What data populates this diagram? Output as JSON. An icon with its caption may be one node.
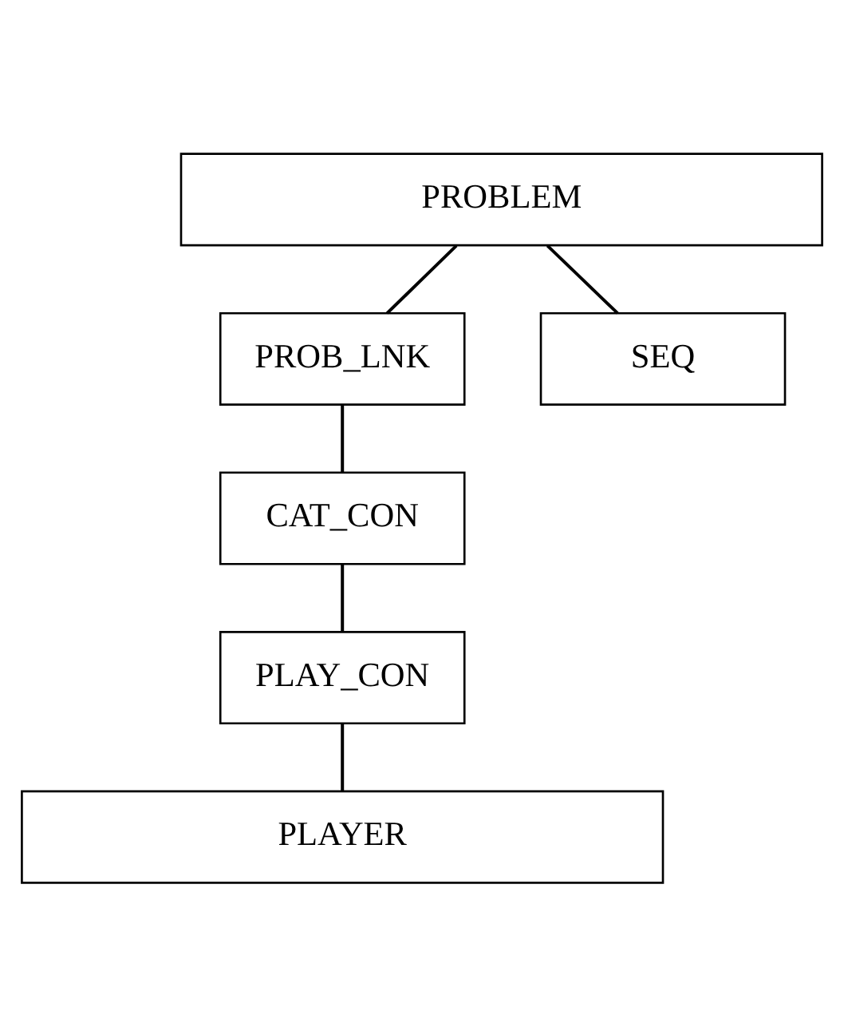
{
  "diagram": {
    "nodes": [
      {
        "text": [
          "PROBLEM"
        ]
      },
      {
        "text": [
          "PROB_LNK"
        ]
      },
      {
        "text": [
          "SEQ"
        ]
      },
      {
        "text": [
          "CAT_CON"
        ]
      },
      {
        "text": [
          "PLAY_CON"
        ]
      },
      {
        "text": [
          "PLAYER"
        ]
      }
    ],
    "edges": [
      {
        "from": 0,
        "to": 1,
        "arrow": "none"
      },
      {
        "from": 0,
        "to": 2,
        "arrow": "none"
      },
      {
        "from": 1,
        "to": 3,
        "arrow": "none"
      },
      {
        "from": 3,
        "to": 4,
        "arrow": "none"
      },
      {
        "from": 4,
        "to": 5,
        "arrow": "none"
      }
    ]
  }
}
